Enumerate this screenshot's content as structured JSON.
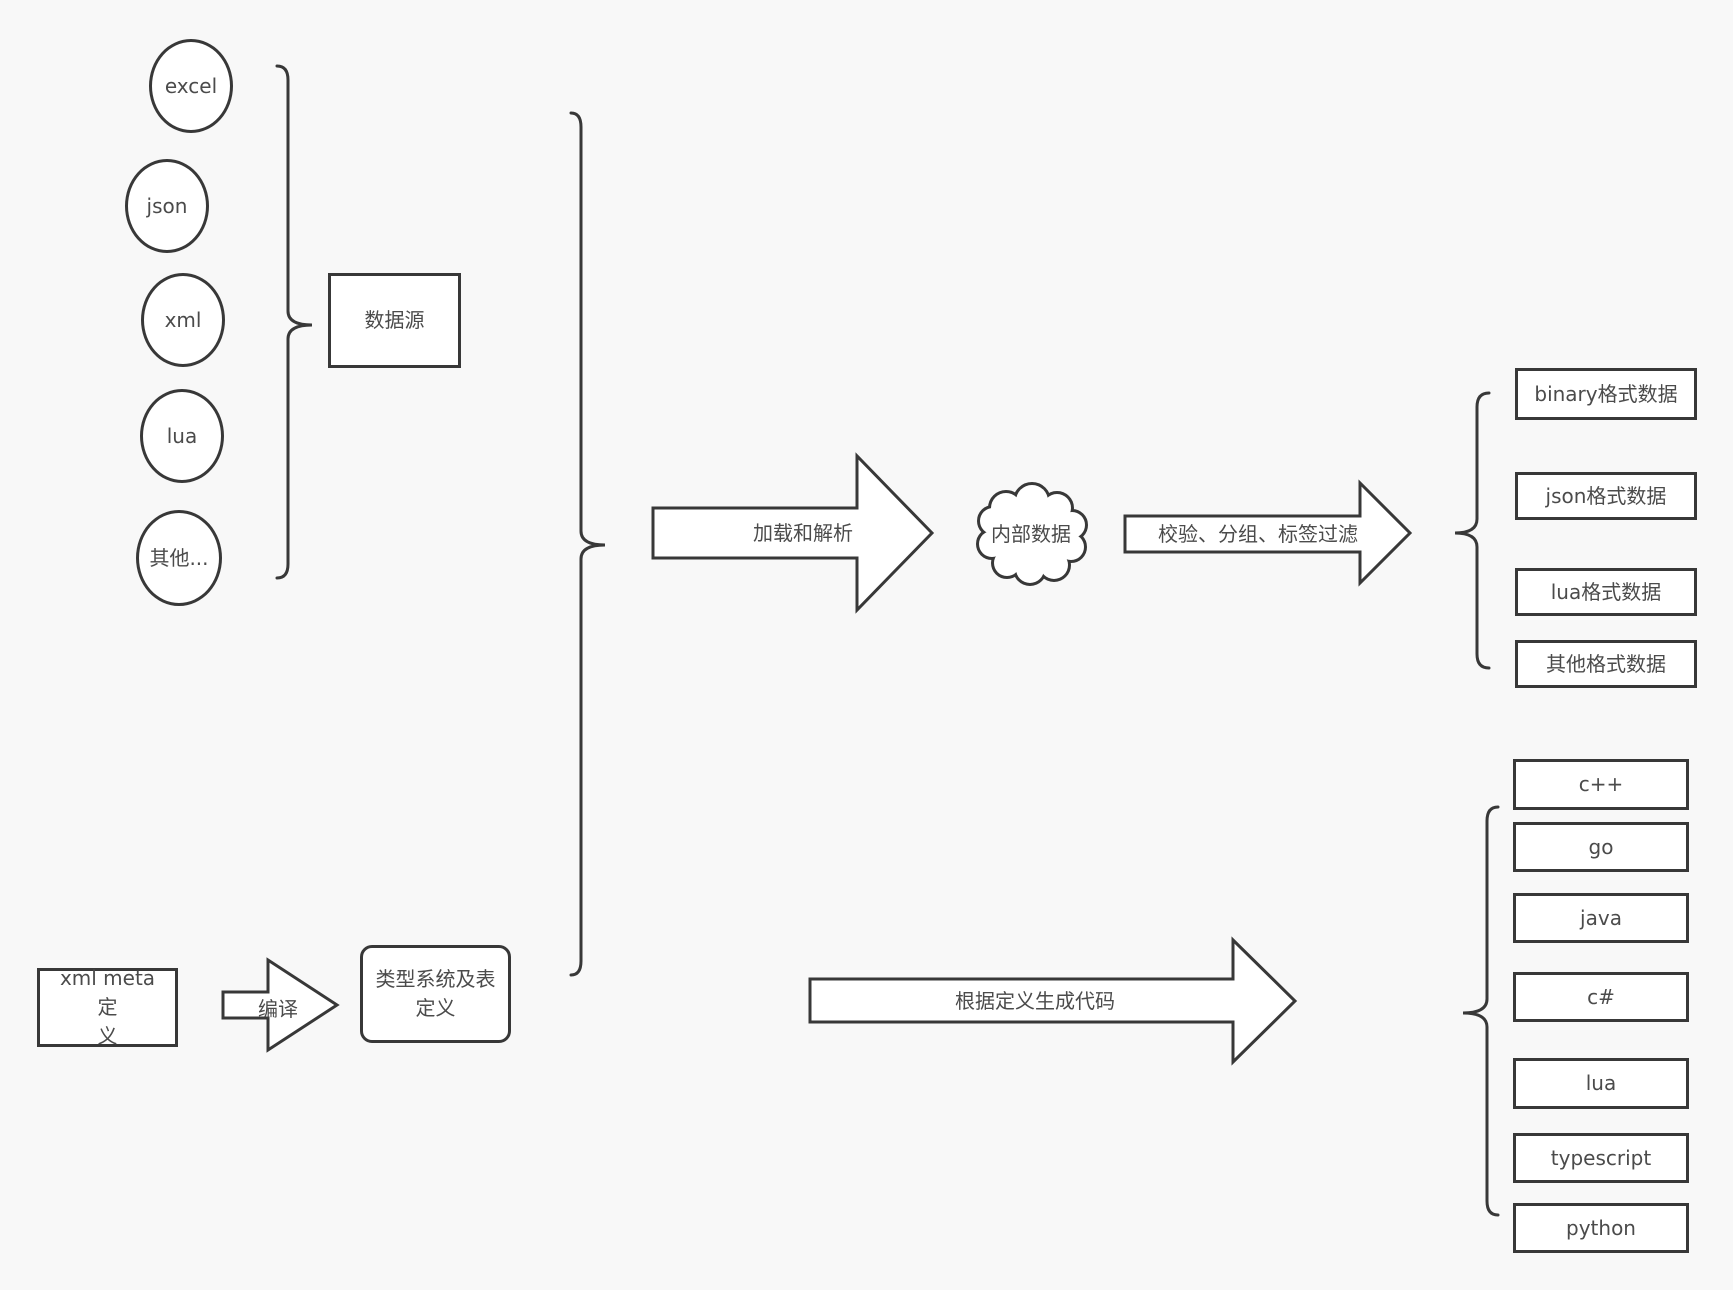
{
  "colors": {
    "background": "#f8f8f8",
    "stroke": "#383838",
    "shape_fill": "#ffffff",
    "text": "#4b4b4b"
  },
  "sources": {
    "items": [
      "excel",
      "json",
      "xml",
      "lua",
      "其他..."
    ],
    "group_label": "数据源"
  },
  "flow": {
    "load_parse_arrow": "加载和解析",
    "internal_data_cloud": "内部数据",
    "filter_arrow": "校验、分组、标签过滤"
  },
  "outputs": [
    "binary格式数据",
    "json格式数据",
    "lua格式数据",
    "其他格式数据"
  ],
  "definitions": {
    "xml_meta_box": "xml meta定\n义",
    "compile_arrow": "编译",
    "type_system_box": "类型系统及表\n定义",
    "codegen_arrow": "根据定义生成代码"
  },
  "languages": [
    "c++",
    "go",
    "java",
    "c#",
    "lua",
    "typescript",
    "python"
  ]
}
